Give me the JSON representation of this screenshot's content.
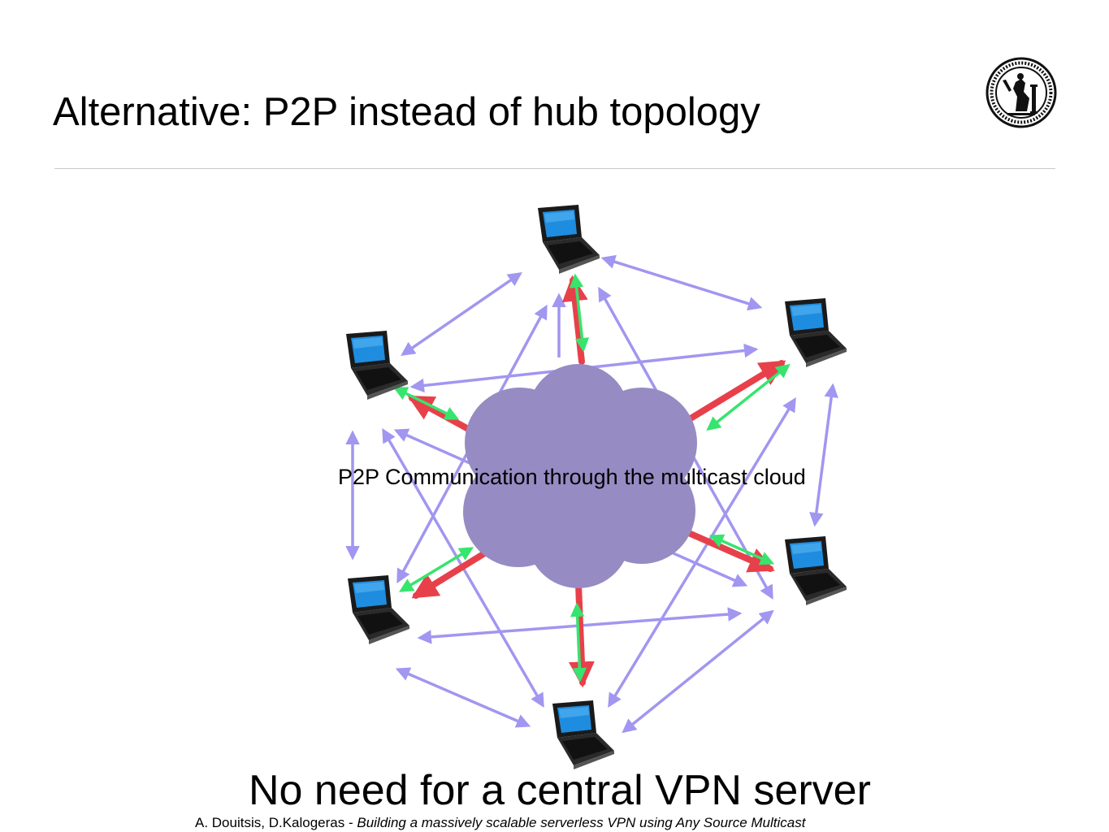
{
  "slide": {
    "title": "Alternative: P2P instead of hub topology",
    "cloud_label": "P2P Communication through the multicast cloud",
    "headline": "No need for a central VPN server",
    "footer": {
      "authors": "A. Douitsis, D.Kalogeras - ",
      "paper_title": "Building a massively scalable serverless VPN using Any Source Multicast"
    }
  },
  "diagram": {
    "nodes": [
      "laptop-top",
      "laptop-upper-right",
      "laptop-lower-right",
      "laptop-bottom",
      "laptop-lower-left",
      "laptop-upper-left"
    ],
    "colors": {
      "cloud": "#968cc3",
      "peer_link": "#a196f0",
      "cloud_link_red": "#e8404a",
      "cloud_link_green": "#37e46e",
      "screen": "#1e8de0"
    },
    "icons": {
      "laptop": "laptop-icon",
      "logo": "university-seal-logo"
    }
  }
}
